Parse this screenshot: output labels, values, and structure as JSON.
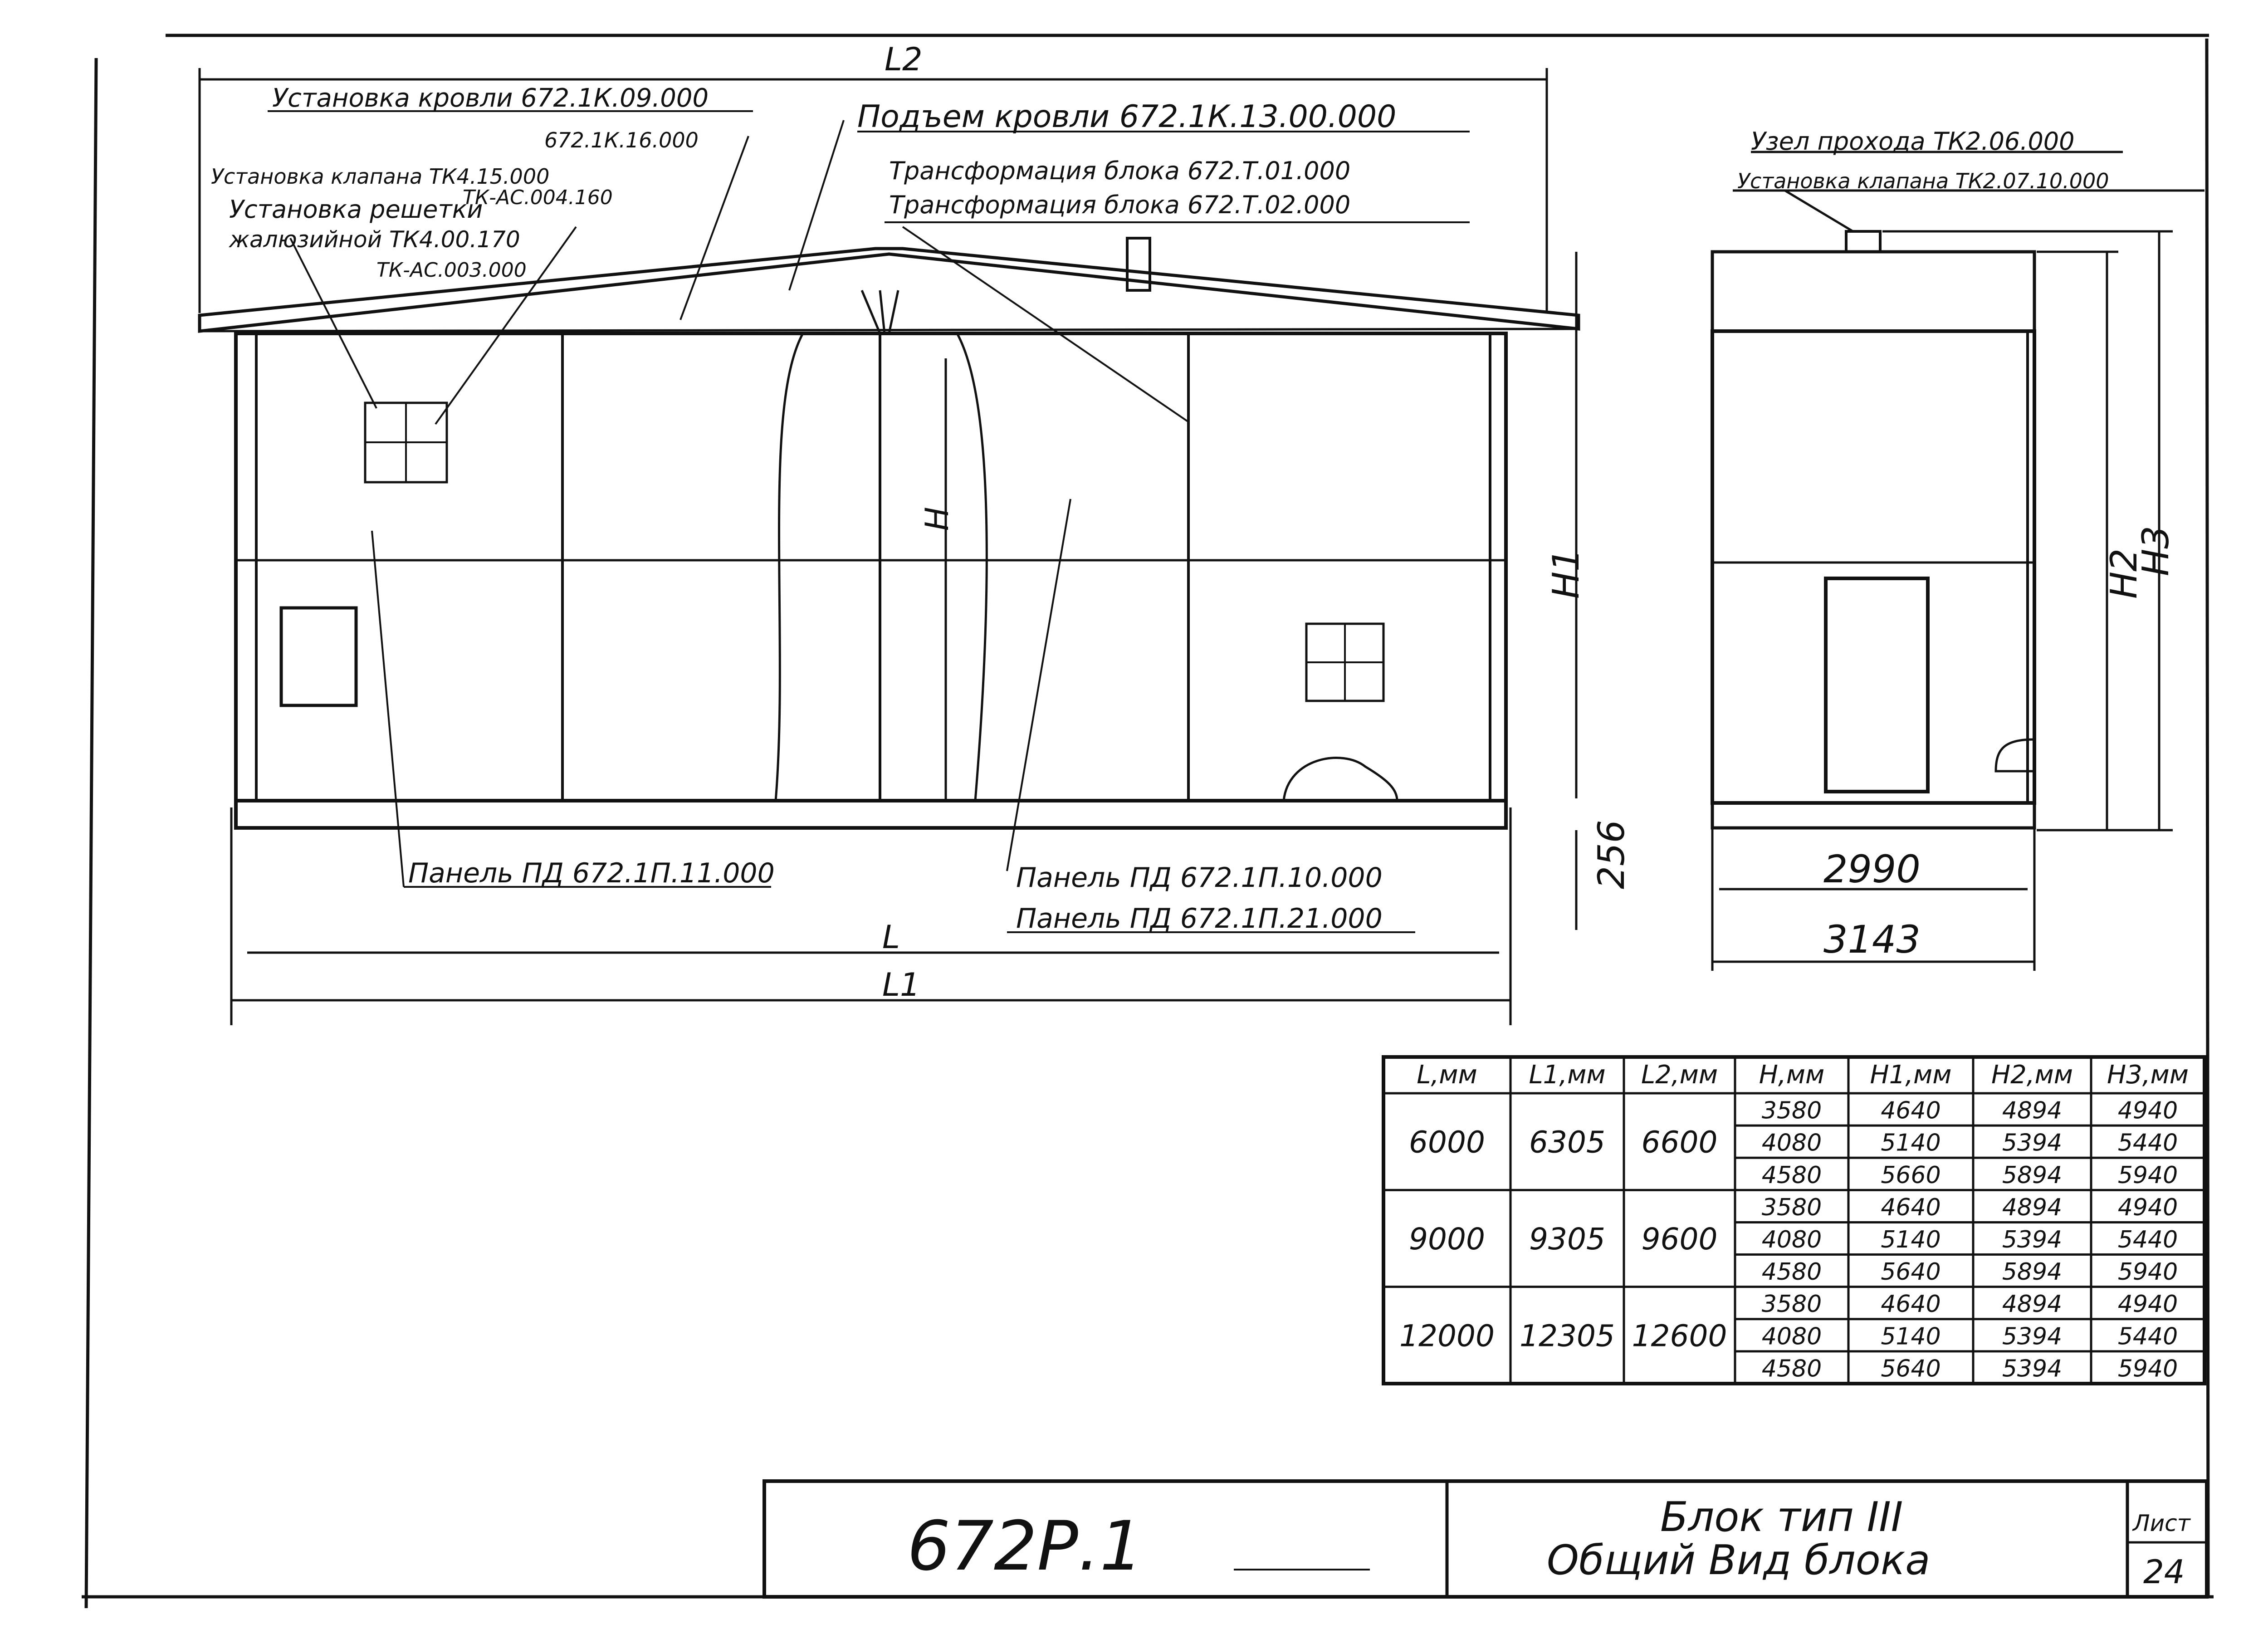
{
  "drawing": {
    "code": "672Р.1",
    "title_line1": "Блок тип III",
    "title_line2": "Общий Вид блока",
    "sheet_label": "Лист",
    "sheet_number": "24"
  },
  "front_view": {
    "dims": {
      "L": "L",
      "L1": "L1",
      "L2": "L2",
      "H": "H",
      "H1": "H1",
      "base": "256"
    },
    "callouts": {
      "roof_install": "Установка кровли 672.1К.09.000",
      "roof_install_2": "672.1К.16.000",
      "valve_install": "Установка клапана ТК4.15.000",
      "valve_install_2": "ТК-АС.004.160",
      "grille_1": "Установка решетки",
      "grille_2": "жалюзийной ТК4.00.170",
      "grille_3": "ТК-АС.003.000",
      "roof_lift": "Подъем кровли 672.1К.13.00.000",
      "transform_1": "Трансформация блока 672.Т.01.000",
      "transform_2": "Трансформация блока 672.Т.02.000",
      "panel_left": "Панель ПД 672.1П.11.000",
      "panel_right_1": "Панель ПД 672.1П.10.000",
      "panel_right_2": "Панель ПД 672.1П.21.000"
    }
  },
  "side_view": {
    "dims": {
      "inner": "2990",
      "outer": "3143",
      "H2": "H2",
      "H3": "H3"
    },
    "callouts": {
      "pass_node": "Узел прохода ТК2.06.000",
      "valve_install": "Установка клапана ТК2.07.10.000"
    }
  },
  "table": {
    "headers": [
      "L,мм",
      "L1,мм",
      "L2,мм",
      "H,мм",
      "H1,мм",
      "H2,мм",
      "H3,мм"
    ],
    "groups": [
      {
        "L": "6000",
        "L1": "6305",
        "L2": "6600",
        "rows": [
          [
            "3580",
            "4640",
            "4894",
            "4940"
          ],
          [
            "4080",
            "5140",
            "5394",
            "5440"
          ],
          [
            "4580",
            "5660",
            "5894",
            "5940"
          ]
        ]
      },
      {
        "L": "9000",
        "L1": "9305",
        "L2": "9600",
        "rows": [
          [
            "3580",
            "4640",
            "4894",
            "4940"
          ],
          [
            "4080",
            "5140",
            "5394",
            "5440"
          ],
          [
            "4580",
            "5640",
            "5894",
            "5940"
          ]
        ]
      },
      {
        "L": "12000",
        "L1": "12305",
        "L2": "12600",
        "rows": [
          [
            "3580",
            "4640",
            "4894",
            "4940"
          ],
          [
            "4080",
            "5140",
            "5394",
            "5440"
          ],
          [
            "4580",
            "5640",
            "5394",
            "5940"
          ]
        ]
      }
    ]
  }
}
